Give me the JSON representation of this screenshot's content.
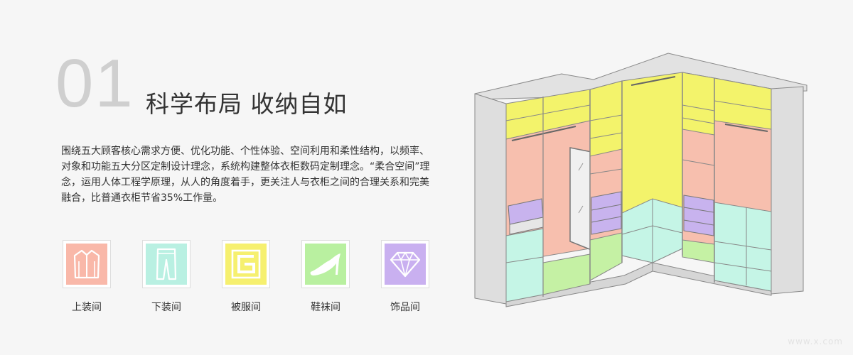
{
  "heading": {
    "number": "01",
    "title": "科学布局  收纳自如"
  },
  "description": "围绕五大顾客核心需求方便、优化功能、个性体验、空间利用和柔性结构，以频率、对象和功能五大分区定制设计理念，系统构建整体衣柜数码定制理念。“柔合空间”理念，运用人体工程学原理，从人的角度着手，更关注人与衣柜之间的合理关系和完美融合，比普通衣柜节省35%工作量。",
  "categories": [
    {
      "label": "上装间",
      "icon": "jacket-icon",
      "color": "#f9b8a9"
    },
    {
      "label": "下装间",
      "icon": "trousers-icon",
      "color": "#b9f0e2"
    },
    {
      "label": "被服间",
      "icon": "bedding-icon",
      "color": "#f6f06f"
    },
    {
      "label": "鞋袜间",
      "icon": "high-heel-icon",
      "color": "#b9f0a0"
    },
    {
      "label": "饰品间",
      "icon": "diamond-icon",
      "color": "#c9b0f0"
    }
  ],
  "colors": {
    "yellow": "#f3f36b",
    "salmon": "#f7bfae",
    "mint": "#c5f5e6",
    "purple": "#c8b3ee",
    "green": "#c5f1a4",
    "frame": "#dcdcdc",
    "text": "#333333",
    "number": "#cfcfcf"
  },
  "watermark": "www.x.com"
}
